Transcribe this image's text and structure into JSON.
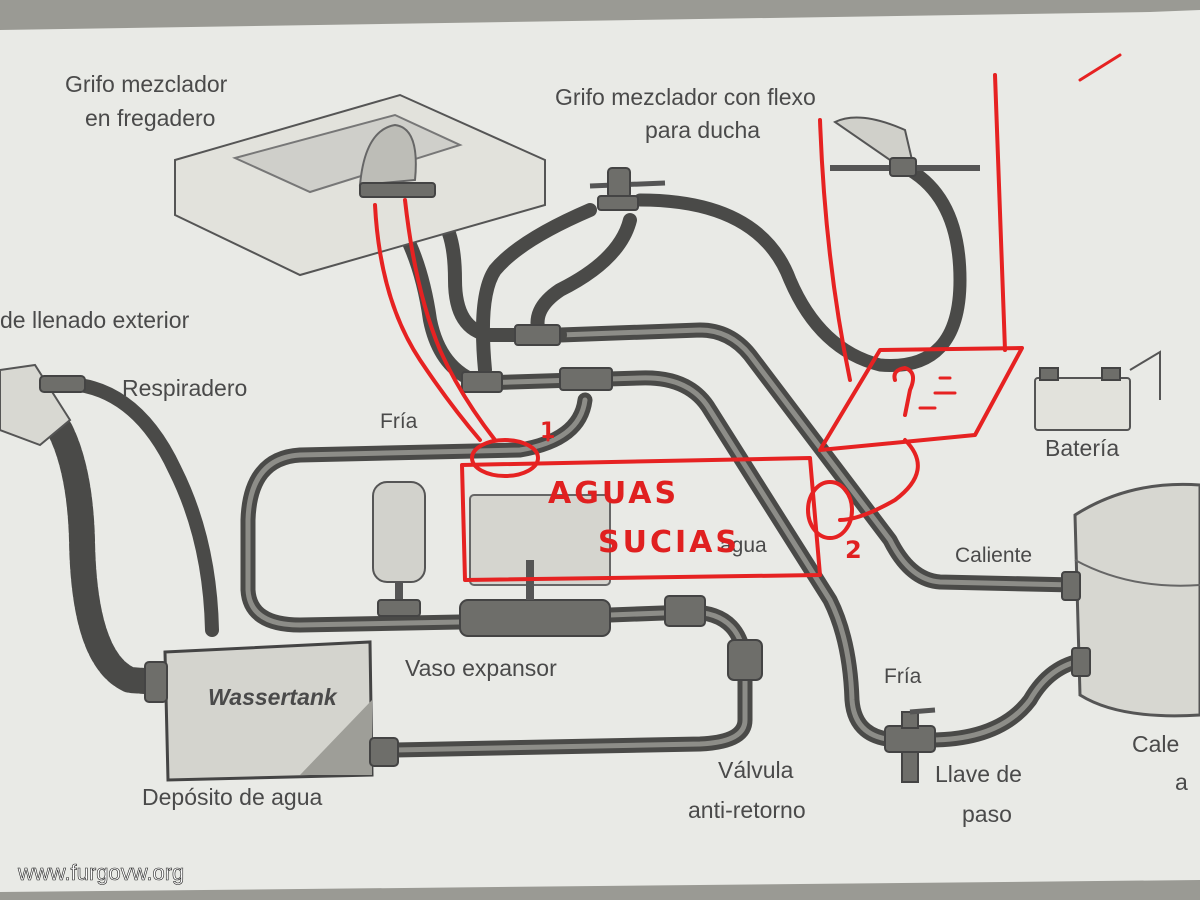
{
  "labels": {
    "sink_faucet_line1": "Grifo mezclador",
    "sink_faucet_line2": "en fregadero",
    "shower_faucet_line1": "Grifo mezclador con flexo",
    "shower_faucet_line2": "para ducha",
    "filler": "de llenado exterior",
    "vent": "Respiradero",
    "cold_1": "Fría",
    "battery": "Batería",
    "water_pump": "agua",
    "hot": "Caliente",
    "expansion_tank": "Vaso expansor",
    "cold_2": "Fría",
    "heater_line1": "Cale",
    "heater_line2": "a",
    "tank_name": "Wassertank",
    "water_tank": "Depósito de agua",
    "check_valve_line1": "Válvula",
    "check_valve_line2": "anti-retorno",
    "shutoff_line1": "Llave de",
    "shutoff_line2": "paso",
    "watermark": "www.furgovw.org"
  },
  "annotations": {
    "grey_water_line1": "AGUAS",
    "grey_water_line2": "SUCIAS",
    "marker_1": "1",
    "marker_2": "2"
  },
  "colors": {
    "paper": "#e9eae6",
    "hose": "#4a4a48",
    "marker": "#e62222"
  }
}
